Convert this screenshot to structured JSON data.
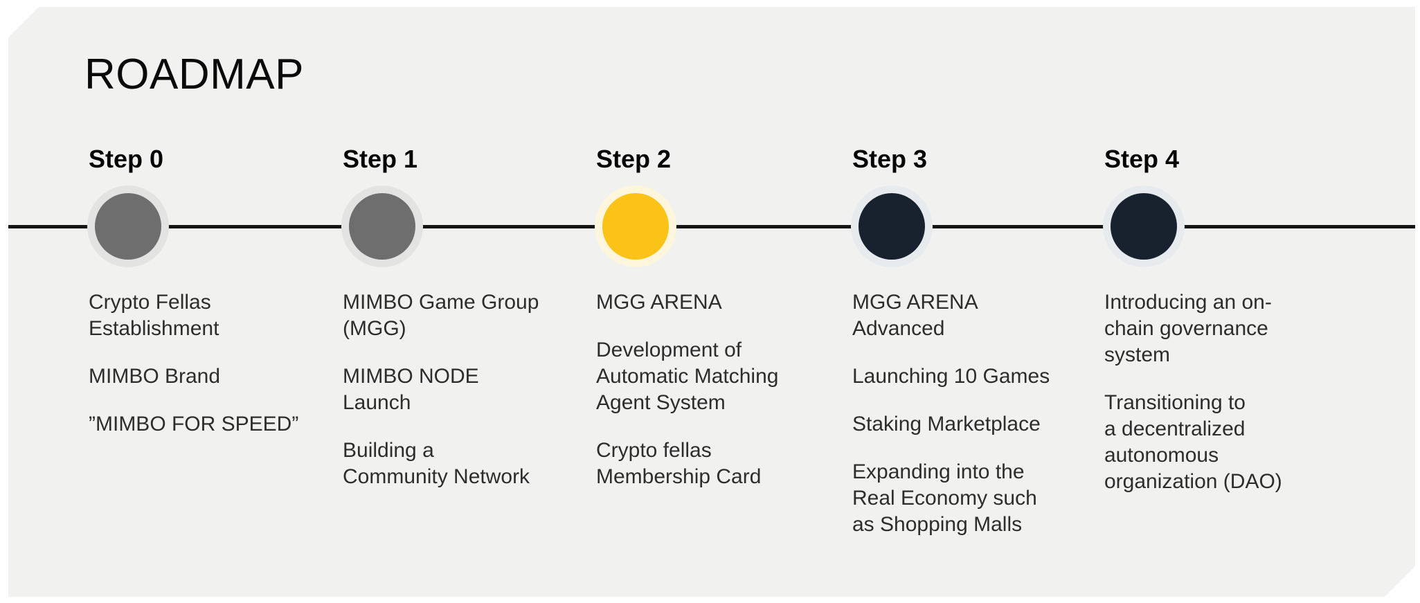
{
  "title": "ROADMAP",
  "colors": {
    "card_background": "#f1f1f0",
    "timeline_line": "#141414",
    "body_text": "#2d2d2d",
    "heading_text": "#0a0a0a"
  },
  "steps": [
    {
      "label": "Step 0",
      "dot_color": "#6e6e6e",
      "halo_color": "#e3e3e2",
      "items": [
        "Crypto Fellas\nEstablishment",
        "MIMBO Brand",
        "”MIMBO FOR SPEED”"
      ]
    },
    {
      "label": "Step 1",
      "dot_color": "#6e6e6e",
      "halo_color": "#e3e3e2",
      "items": [
        "MIMBO Game Group\n(MGG)",
        "MIMBO NODE\nLaunch",
        "Building a\nCommunity Network"
      ]
    },
    {
      "label": "Step 2",
      "dot_color": "#fbc318",
      "halo_color": "#fdf6dd",
      "items": [
        "MGG ARENA",
        "Development of\nAutomatic Matching\nAgent System",
        "Crypto fellas\nMembership Card"
      ]
    },
    {
      "label": "Step 3",
      "dot_color": "#18222e",
      "halo_color": "#e8ebee",
      "items": [
        "MGG ARENA\nAdvanced",
        "Launching 10 Games",
        "Staking Marketplace",
        "Expanding into the\nReal Economy such\nas Shopping Malls"
      ]
    },
    {
      "label": "Step 4",
      "dot_color": "#18222e",
      "halo_color": "#e8ebee",
      "items": [
        "Introducing an on-\nchain governance\nsystem",
        "Transitioning to\na decentralized\nautonomous\norganization (DAO)"
      ]
    }
  ]
}
